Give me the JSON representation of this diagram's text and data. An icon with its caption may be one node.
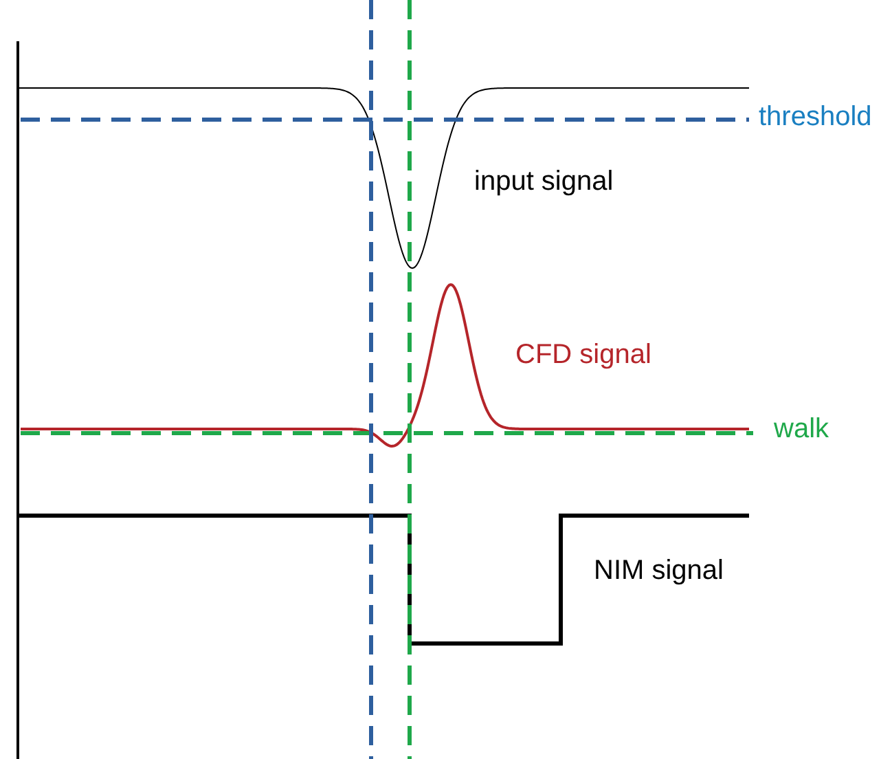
{
  "diagram": {
    "labels": [
      "threshold",
      "input signal",
      "CFD signal",
      "walk",
      "NIM signal"
    ]
  }
}
